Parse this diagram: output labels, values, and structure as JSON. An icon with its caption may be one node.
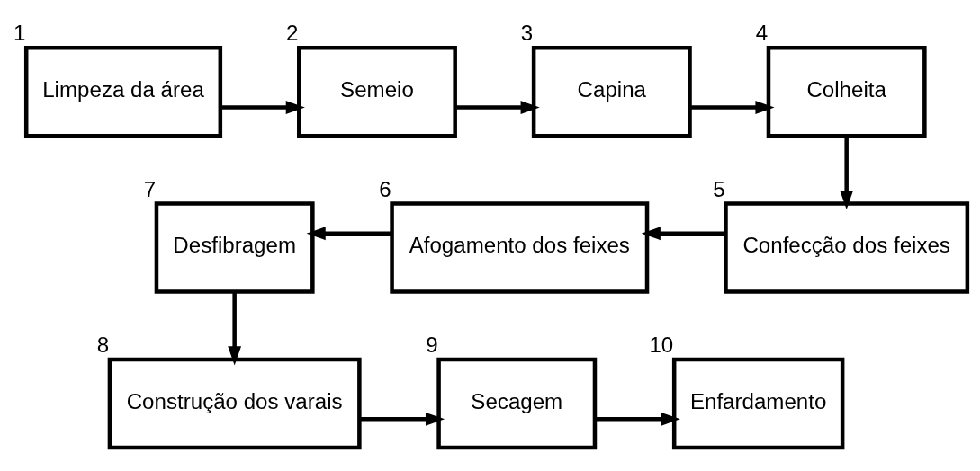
{
  "diagram": {
    "nodes": [
      {
        "text": [
          "Limpeza da área"
        ],
        "beside": [
          "1"
        ]
      },
      {
        "text": [
          "Semeio"
        ],
        "beside": [
          "2"
        ]
      },
      {
        "text": [
          "Capina"
        ],
        "beside": [
          "3"
        ]
      },
      {
        "text": [
          "Colheita"
        ],
        "beside": [
          "4"
        ]
      },
      {
        "text": [
          "Confecção dos feixes"
        ],
        "beside": [
          "5"
        ]
      },
      {
        "text": [
          "Afogamento dos feixes"
        ],
        "beside": [
          "6"
        ]
      },
      {
        "text": [
          "Desfibragem"
        ],
        "beside": [
          "7"
        ]
      },
      {
        "text": [
          "Construção dos varais"
        ],
        "beside": [
          "8"
        ]
      },
      {
        "text": [
          "Secagem"
        ],
        "beside": [
          "9"
        ]
      },
      {
        "text": [
          "Enfardamento"
        ],
        "beside": [
          "10"
        ]
      }
    ],
    "edges": [
      {
        "from": 0,
        "to": 1,
        "arrow": "to"
      },
      {
        "from": 1,
        "to": 2,
        "arrow": "to"
      },
      {
        "from": 2,
        "to": 3,
        "arrow": "to"
      },
      {
        "from": 3,
        "to": 4,
        "arrow": "to"
      },
      {
        "from": 4,
        "to": 5,
        "arrow": "to"
      },
      {
        "from": 5,
        "to": 6,
        "arrow": "to"
      },
      {
        "from": 6,
        "to": 7,
        "arrow": "to"
      },
      {
        "from": 7,
        "to": 8,
        "arrow": "to"
      },
      {
        "from": 8,
        "to": 9,
        "arrow": "to"
      }
    ]
  }
}
